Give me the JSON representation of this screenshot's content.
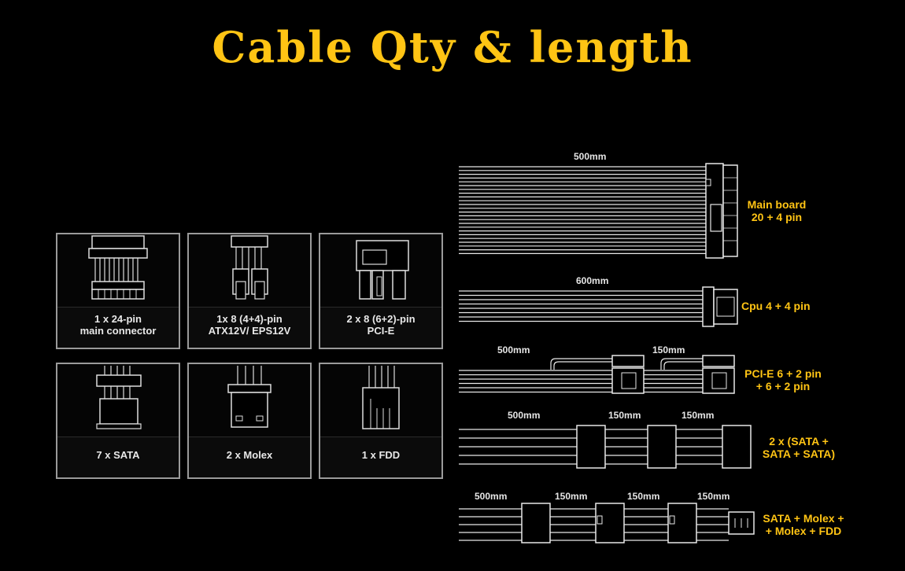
{
  "title": "Cable Qty & length",
  "cards": [
    {
      "line1": "1 x 24-pin",
      "line2": "main connector"
    },
    {
      "line1": "1x 8 (4+4)-pin",
      "line2": "ATX12V/ EPS12V"
    },
    {
      "line1": "2 x 8 (6+2)-pin",
      "line2": "PCI-E"
    },
    {
      "line1": "7 x SATA",
      "line2": ""
    },
    {
      "line1": "2 x Molex",
      "line2": ""
    },
    {
      "line1": "1 x FDD",
      "line2": ""
    }
  ],
  "cables": {
    "main": {
      "length": "500mm",
      "label1": "Main board",
      "label2": "20 + 4 pin"
    },
    "cpu": {
      "length": "600mm",
      "label1": "Cpu 4 + 4 pin"
    },
    "pcie": {
      "length1": "500mm",
      "length2": "150mm",
      "label1": "PCI-E 6 + 2 pin",
      "label2": "+ 6 + 2 pin"
    },
    "sata": {
      "length1": "500mm",
      "length2": "150mm",
      "length3": "150mm",
      "label1": "2 x (SATA +",
      "label2": "SATA + SATA)"
    },
    "mixed": {
      "length1": "500mm",
      "length2": "150mm",
      "length3": "150mm",
      "length4": "150mm",
      "label1": "SATA + Molex +",
      "label2": "+ Molex + FDD"
    }
  }
}
